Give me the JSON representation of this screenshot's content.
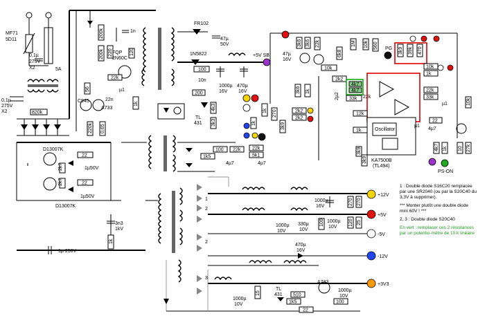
{
  "labels": {
    "mf71": "MF71",
    "fuse": "5D11",
    "c_in1": "0,1µ",
    "c_in1b": "275V",
    "c_in1c": "X2",
    "c_in2": "0,1µ",
    "c_in2b": "275V",
    "c_in2c": "X2",
    "fuse_rating": "5A",
    "r820k": "820k",
    "d13007_top": "D13007K",
    "d13007_bot": "D13007K",
    "r22_1": "22",
    "r22_2": "22",
    "c1u50v_1": "1µ50V",
    "c1u50v_2": "1µ50V",
    "r2k7_1": "2k7",
    "r2k7_2": "2k7",
    "c3n3": "3n3",
    "c3n3v": "1kV",
    "c1u250": "1µ 250V",
    "r1k_bot": "1k",
    "c945": "C945",
    "a733_1": "A733",
    "r56": "56",
    "r220k": "220k",
    "r0_65": "0,65",
    "r120": "120",
    "r200": "200",
    "r200k_1": "200k",
    "r200k_2": "200k",
    "r220_1": "220",
    "c1n": "1n",
    "fqp": "FQP",
    "fqp2": "2N60C",
    "r22k_1": "22k",
    "cu1_1": "µ1",
    "r22n": "22n",
    "fr102": "FR102",
    "c47u50": "47µ",
    "c47u50v": "50V",
    "d1n5822": "1N5822",
    "r100_1": "100",
    "r10n": "10n",
    "c1000_1": "1000µ",
    "c1000_1v": "16V",
    "c470_1": "470µ",
    "c470_1v": "16V",
    "plus5sb": "+5V SB",
    "r200_2": "200",
    "tl431_1": "TL",
    "tl431_1b": "431",
    "r4k3": "4k3",
    "r3k3": "3k3",
    "r100_2": "100",
    "r1k5_1": "1k5",
    "r22k_2": "22k",
    "r5k1": "5k1",
    "c4u7_1": "4µ7",
    "c4u7_2": "4µ7",
    "c47u16": "47µ",
    "c47u16v": "16V",
    "r2k2_1": "2k2",
    "r2k2_2": "2k2",
    "r3k6": "3k6",
    "r3k6b": "3k6",
    "r22k_3": "22k",
    "r6k8": "6k8",
    "r1m": "1M",
    "r10k_1": "10k",
    "r560": "560",
    "pg": "PG",
    "r3k9": "3k9",
    "r39k": "39k",
    "r470": "470",
    "r10k_2": "10k",
    "r1k_a": "1k",
    "r10k_3": "10k",
    "r2k2_3": "2k2",
    "r4k7_1": "4k7",
    "r4k7_2": "4k7",
    "r33k_1": "33k",
    "r22k_4": "22k",
    "r33k_2": "33k",
    "r22k_5": "22k",
    "r12k": "12k",
    "r1k_b": "1k",
    "r3k9b": "3k9",
    "r270": "270",
    "r1k_c": "1k",
    "r3k9c": "3k9",
    "r1k_d": "1k",
    "r1k_e": "1k",
    "r10k_4": "10k",
    "cu1_2": "µ1",
    "cu1_3": "µ1",
    "c2u2": "2µ2",
    "c4u7_3": "4µ7",
    "r22_3": "22",
    "r10_1": "10",
    "r27k": "27k",
    "r1k_f": "1k",
    "r4k7_3": "4k7",
    "r3k9d": "3k9",
    "ka7500b": "KA7500B",
    "tl494": "(TL494)",
    "oscillator": "Oscillator",
    "ps_on": "PS-ON",
    "d1": "1",
    "d2": "2",
    "d3": "2",
    "d4": "3",
    "plus12": "+12V",
    "c1000_2": "1000µ",
    "c1000_2v": "16V",
    "r270_2": "270",
    "plus5": "+5V",
    "c1000_3": "1000µ",
    "c1000_3v": "10V",
    "c330": "330µ",
    "c330v": "10V",
    "c1000_4": "1000µ",
    "c1000_4v": "10V",
    "r100_3": "100",
    "r120_2": "120",
    "r25": "25",
    "minus5": "-5V",
    "c470_2": "470µ",
    "c470_2v": "16V",
    "minus12": "-12V",
    "plus3v3": "+3V3",
    "c1000_5": "1000µ",
    "c1000_5v": "10V",
    "r15": "15",
    "tl431_2": "TL",
    "tl431_2b": "431",
    "a733_2": "A733",
    "r510": "510",
    "r1k5_2": "1k5",
    "r22_4": "22",
    "r100_4": "100",
    "c1000_6": "1000µ",
    "c1000_6v": "10V",
    "r1k_g": "1k"
  },
  "notes": {
    "n1": "1 : Double diode S16C20 remplacée par une SR2040 (ou par la S20C40 du 3,3V à supprimer).",
    "n1b": "*** Monter plutôt une double diode mini 60V ! ***",
    "n2": "2, 3 : Double diode S20C40",
    "n3": "En vert : remplacer ces 2 résistances par un potentio-mètre de 10 k linéaire"
  },
  "colors": {
    "probe_yellow": "#f5d500",
    "probe_red": "#e01010",
    "probe_purple": "#9933cc",
    "probe_blue": "#2244ee",
    "probe_black": "#111111",
    "probe_white": "#ffffff",
    "probe_orange": "#ff9900",
    "probe_green": "#22aa22",
    "probe_grey": "#aaaaaa",
    "highlight_red": "#dd0000",
    "highlight_green": "#11aa11"
  }
}
